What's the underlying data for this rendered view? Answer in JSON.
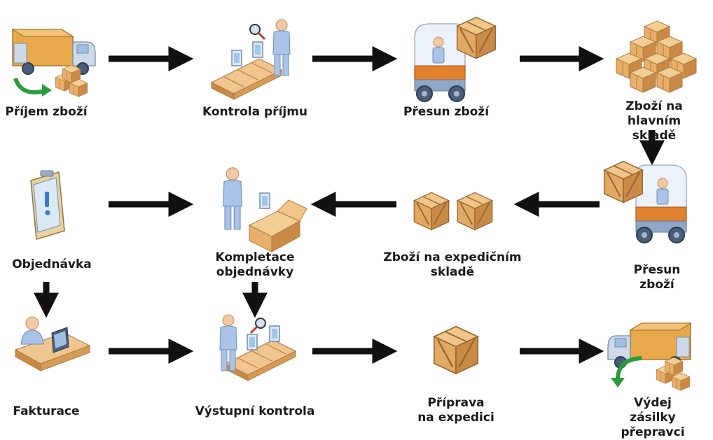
{
  "diagram": {
    "labels": {
      "prijem": "Příjem zboží",
      "kontrola": "Kontrola příjmu",
      "presun1": "Přesun zboží",
      "hlavni_sklad": "Zboží na hlavním\nskladě",
      "objednavka": "Objednávka",
      "kompletace": "Kompletace\nobjednávky",
      "expedicni_sklad": "Zboží na expedičním\nskladě",
      "presun2": "Přesun zboží",
      "fakturace": "Fakturace",
      "vystupni": "Výstupní kontrola",
      "priprava": "Příprava\nna expedici",
      "vydej": "Výdej zásilky\npřepravci"
    },
    "icons": {
      "prijem": "delivery-truck-unloading-icon",
      "kontrola": "inspection-conveyor-icon",
      "presun1": "forklift-icon",
      "hlavni_sklad": "stacked-boxes-icon",
      "objednavka": "order-clipboard-icon",
      "kompletace": "worker-packing-icon",
      "expedicni_sklad": "crates-icon",
      "presun2": "forklift-icon",
      "fakturace": "invoicing-workstation-icon",
      "vystupni": "inspection-conveyor-icon",
      "priprava": "crate-icon",
      "vydej": "delivery-truck-loading-icon"
    },
    "colors": {
      "box": "#e9b974",
      "box_dark": "#c9894a",
      "truck": "#e8a94a",
      "steel": "#8fa7c9",
      "skin": "#f2c9a0",
      "worker": "#a9c4e6",
      "arrow": "#111111",
      "green": "#2a9d3a"
    }
  }
}
